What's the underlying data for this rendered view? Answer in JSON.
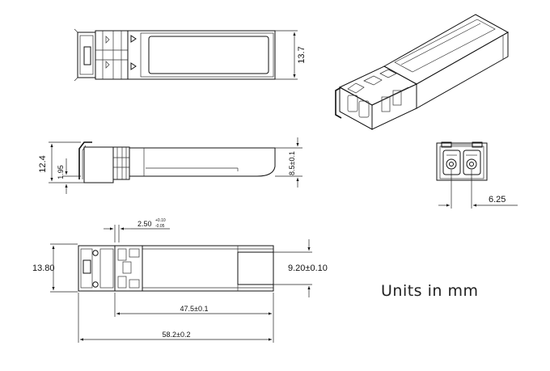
{
  "dimensions": {
    "top_view_height": "13.7",
    "side_view_height": "12.4",
    "side_view_lower": "1.95",
    "side_view_right": "8.5±0.1",
    "front_view_width": "6.25",
    "bottom_view_gap": "2.50",
    "bottom_view_gap_tol_upper": "+0.10",
    "bottom_view_gap_tol_lower": "-0.05",
    "bottom_view_height": "13.80",
    "bottom_view_port": "9.20±0.10",
    "length_body": "47.5±0.1",
    "length_total": "58.2±0.2"
  },
  "units_note": "Units in mm"
}
